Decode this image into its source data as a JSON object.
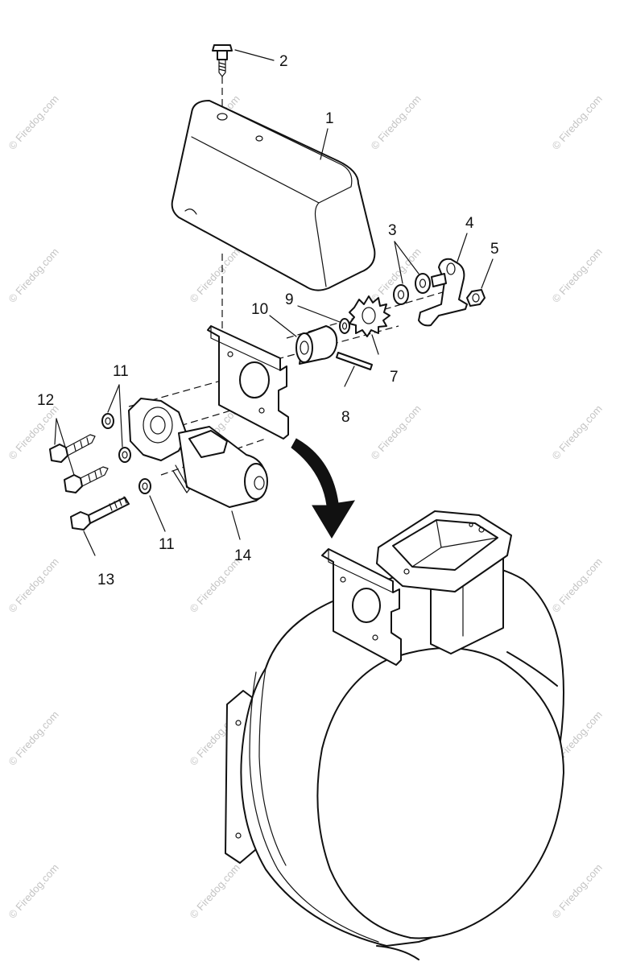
{
  "watermark": {
    "text": "© Firedog.com"
  },
  "callouts": [
    {
      "id": "1",
      "part": "cover"
    },
    {
      "id": "2",
      "part": "screw"
    },
    {
      "id": "3",
      "part": "washers"
    },
    {
      "id": "4",
      "part": "crank-arm"
    },
    {
      "id": "5",
      "part": "nut"
    },
    {
      "id": "7",
      "part": "gear"
    },
    {
      "id": "8",
      "part": "pin"
    },
    {
      "id": "9",
      "part": "washer"
    },
    {
      "id": "10",
      "part": "bushing"
    },
    {
      "id": "11",
      "part": "washers"
    },
    {
      "id": "12",
      "part": "screws"
    },
    {
      "id": "13",
      "part": "bolt"
    },
    {
      "id": "14",
      "part": "motor"
    }
  ]
}
